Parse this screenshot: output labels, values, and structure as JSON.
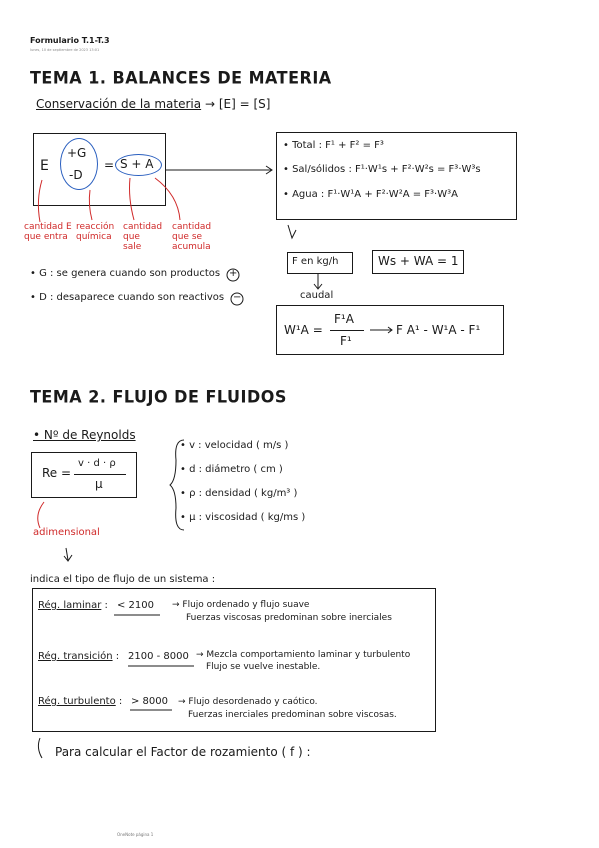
{
  "header": {
    "title": "Formulario T.1-T.3",
    "date": "lunes, 10 de septiembre de 2023   13:01"
  },
  "tema1": {
    "heading": "TEMA 1.  BALANCES DE MATERIA",
    "conservacion_label": "Conservación de la materia",
    "conservacion_arrow": "→",
    "conservacion_eq": "[E] = [S]",
    "diagram": {
      "E": "E",
      "plus_G": "+G",
      "minus_D": "-D",
      "equals": "=",
      "S_A": "S + A"
    },
    "annotations": {
      "cantidad_E": "cantidad E que entra",
      "reaccion": "reacción química",
      "cantidad_sale": "cantidad que sale",
      "cantidad_acumula": "cantidad que se acumula"
    },
    "totals": {
      "total": "• Total : F¹ + F² = F³",
      "sal": "• Sal/sólidos : F¹·W¹s + F²·W²s = F³·W³s",
      "agua": "• Agua : F¹·W¹A + F²·W²A = F³·W³A"
    },
    "f_units": "F en kg/h",
    "ws_eq": "Ws + WA = 1",
    "caudal": "caudal",
    "formula_lhs": "W¹A =",
    "formula_num": "F¹A",
    "formula_den": "F¹",
    "formula_rhs": "F A¹ - W¹A - F¹",
    "g_rule": "• G : se genera cuando son productos",
    "g_rule_sym": "+",
    "d_rule": "• D : desaparece cuando son reactivos",
    "d_rule_sym": "−"
  },
  "tema2": {
    "heading": "TEMA 2.  FLUJO DE FLUIDOS",
    "reynolds_label": "• Nº de Reynolds",
    "re_lhs": "Re =",
    "re_num": "v · d · ρ",
    "re_den": "μ",
    "adimensional": "adimensional",
    "down_arrow": "↓",
    "vars": [
      "• v : velocidad  ( m/s )",
      "• d : diámetro  ( cm )",
      "• ρ : densidad  ( kg/m³ )",
      "• μ : viscosidad  ( kg/ms )"
    ],
    "indica": "indica el tipo de flujo de un sistema :",
    "regimes": [
      {
        "name": "Rég. laminar",
        "range": "< 2100",
        "desc1": "→ Flujo ordenado y flujo suave",
        "desc2": "Fuerzas viscosas predominan sobre inerciales"
      },
      {
        "name": "Rég. transición",
        "range": "2100 - 8000",
        "desc1": "→ Mezcla comportamiento laminar y turbulento",
        "desc2": "Flujo se vuelve inestable."
      },
      {
        "name": "Rég. turbulento",
        "range": "> 8000",
        "desc1": "→ Flujo desordenado y caótico.",
        "desc2": "Fuerzas inerciales predominan sobre viscosas."
      }
    ],
    "factor_text": "Para calcular el Factor de rozamiento ( f ) :"
  },
  "footer": "OneNote página 1"
}
